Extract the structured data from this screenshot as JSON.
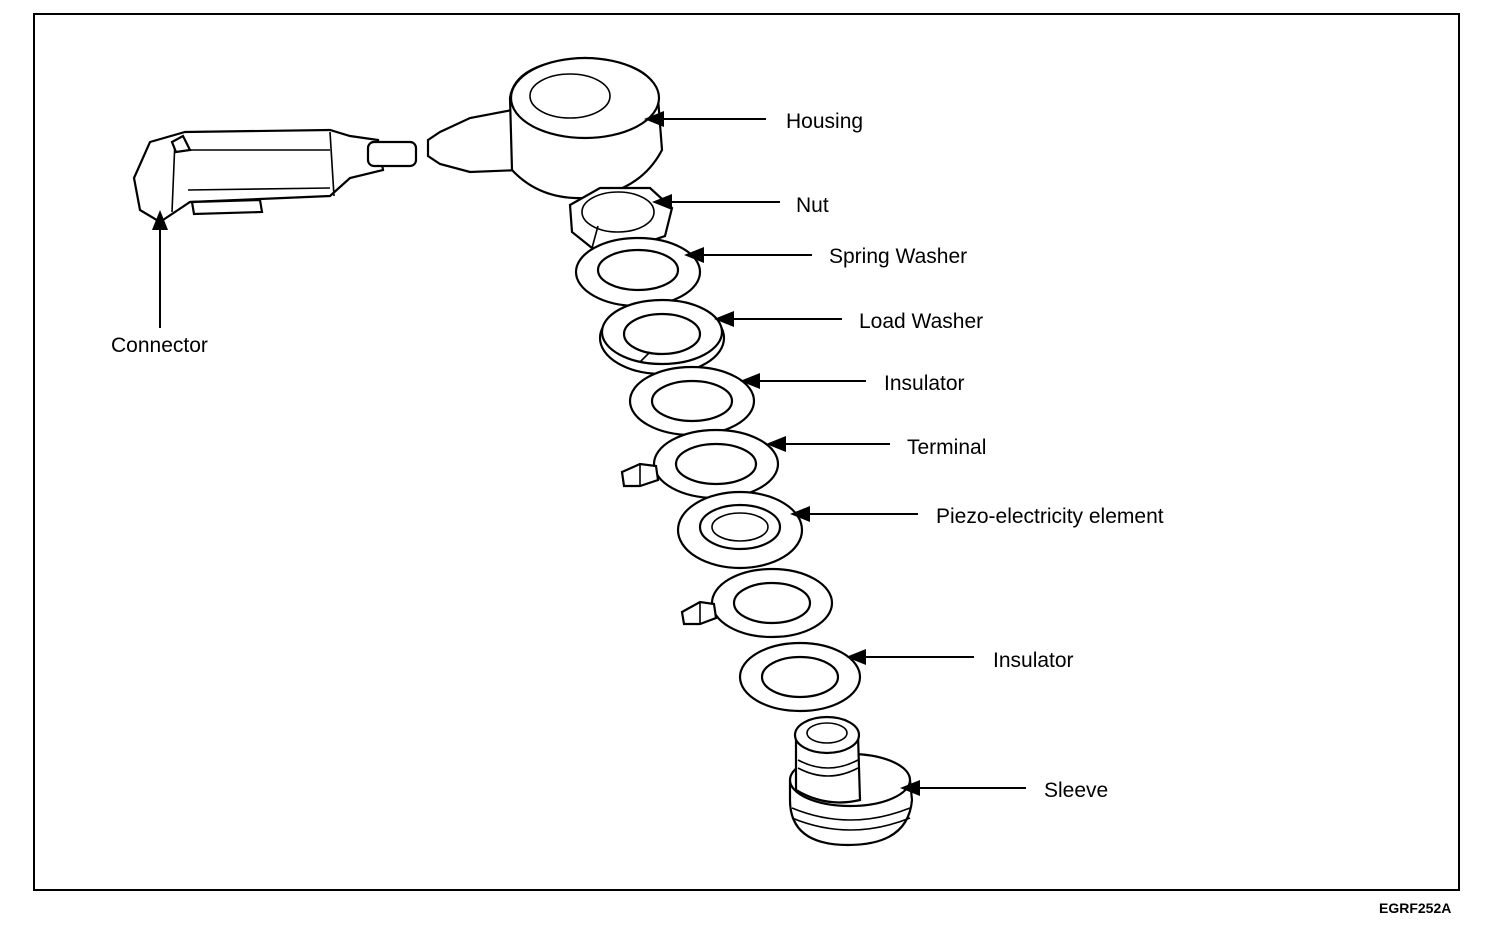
{
  "figure_code": "EGRF252A",
  "labels": {
    "housing": "Housing",
    "nut": "Nut",
    "spring_washer": "Spring Washer",
    "load_washer": "Load Washer",
    "insulator_top": "Insulator",
    "terminal": "Terminal",
    "piezo": "Piezo-electricity element",
    "insulator_bottom": "Insulator",
    "sleeve": "Sleeve",
    "connector": "Connector"
  }
}
